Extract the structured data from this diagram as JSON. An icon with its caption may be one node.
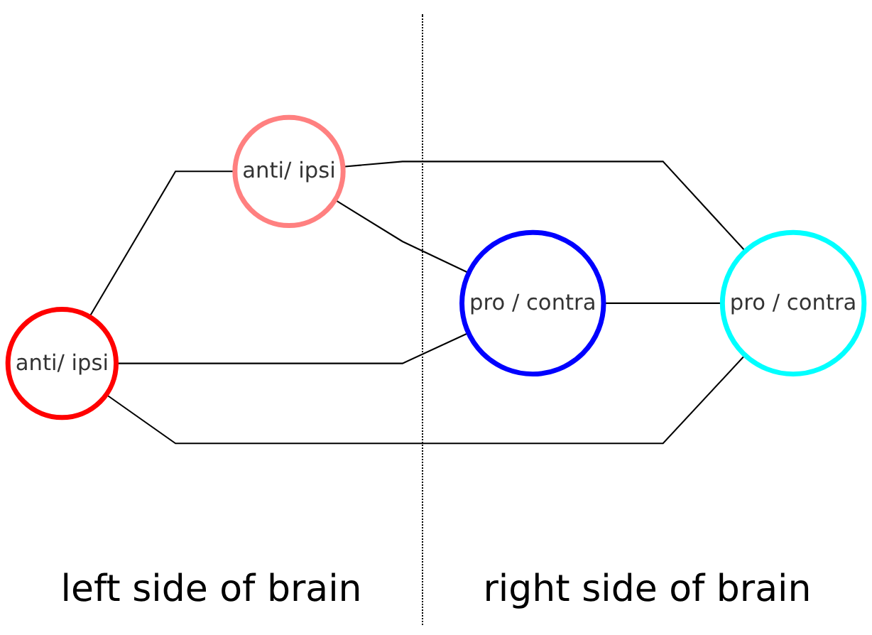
{
  "diagram": {
    "nodes": [
      {
        "text": [
          "anti/ ipsi"
        ]
      },
      {
        "text": [
          "anti/ ipsi"
        ]
      },
      {
        "text": [
          "pro / contra"
        ]
      },
      {
        "text": [
          "pro / contra"
        ]
      }
    ],
    "edges": [
      {
        "from": 0,
        "to": 1,
        "arrow": "none"
      },
      {
        "from": 0,
        "to": 2,
        "arrow": "none"
      },
      {
        "from": 1,
        "to": 3,
        "arrow": "none"
      },
      {
        "from": 2,
        "to": 3,
        "arrow": "none"
      },
      {
        "from": 0,
        "to": 3,
        "arrow": "none"
      },
      {
        "from": 1,
        "to": 2,
        "arrow": "none"
      }
    ],
    "labels": [
      "left side of brain",
      "right side of brain"
    ]
  }
}
